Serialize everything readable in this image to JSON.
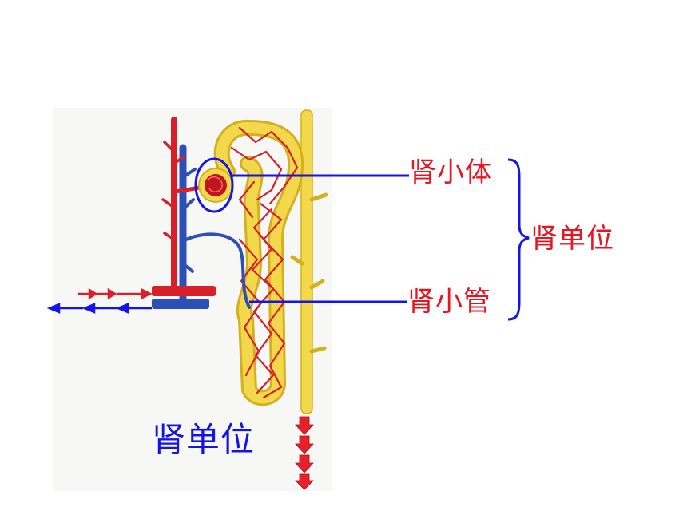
{
  "labels": {
    "corpuscle": "肾小体",
    "tubule": "肾小管",
    "nephron_side": "肾单位",
    "caption": "肾单位"
  },
  "colors": {
    "label_red": "#e8141e",
    "caption_blue": "#1414e6",
    "leader_line": "#1414e6",
    "tubule_yellow": "#f2d84a",
    "capillary_red": "#d8202a",
    "vein_blue": "#2d4fb8"
  }
}
